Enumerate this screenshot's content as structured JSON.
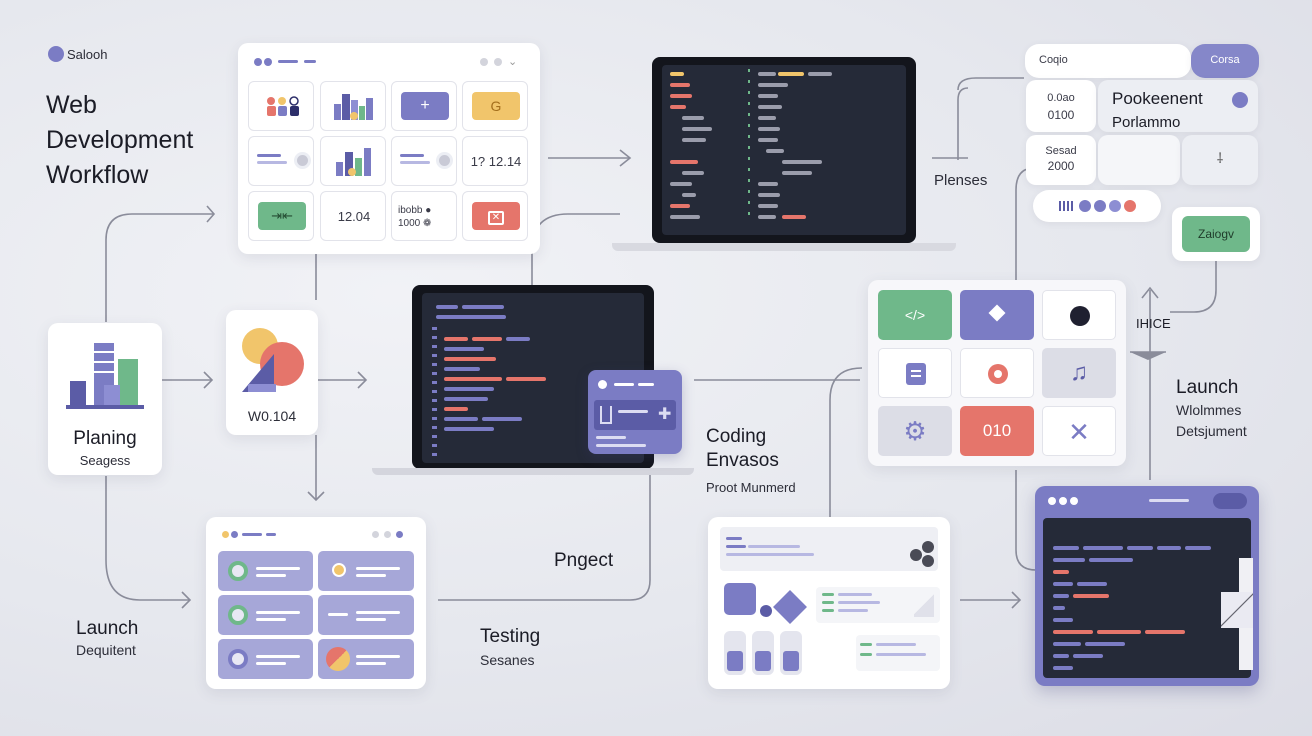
{
  "brand": {
    "name": "Salooh"
  },
  "title": {
    "line1": "Web",
    "line2": "Development",
    "line3": "Workflow"
  },
  "stages": {
    "planning": {
      "title": "Planing",
      "sub": "Seagess"
    },
    "launch_left": {
      "title": "Launch",
      "sub": "Dequitent"
    },
    "testing": {
      "title": "Testing",
      "sub": "Sesanes"
    },
    "pngect": {
      "title": "Pngect"
    },
    "coding": {
      "line1": "Coding",
      "line2": "Envasos",
      "sub": "Proot Munmerd"
    },
    "plenses": {
      "title": "Plenses"
    },
    "launch_right": {
      "title": "Launch",
      "line2": "Wlolmmes",
      "sub": "Detsjument"
    },
    "ihice": {
      "title": "IHICE"
    }
  },
  "cards": {
    "top_grid": {
      "cell_b3": "1? 12.14",
      "cell_c2": "12.04",
      "cell_c3_top": "ibobb ●",
      "cell_c3_bottom": "1000 ❁"
    },
    "mini": {
      "label": "W0.104"
    },
    "right_panel": {
      "copio": "Coqio",
      "corsa": "Corsa",
      "stat1_top": "0.0ao",
      "stat1_bottom": "0100",
      "pookeenent": "Pookeenent",
      "porlammo": "Porlammo",
      "stat2_top": "Sesad",
      "stat2_bottom": "2000",
      "zaiogv": "Zaiogv"
    },
    "icon_grid": {
      "cell_010": "010"
    }
  },
  "colors": {
    "purple": "#7b7cc4",
    "green": "#6fb88a",
    "coral": "#e5756b",
    "yellow": "#f1c56b",
    "dark_screen": "#252a38"
  },
  "icons": [
    "people-icon",
    "building-icon",
    "plus-icon",
    "target-icon",
    "search-icon",
    "clock-icon",
    "close-icon",
    "code-icon",
    "diamond-icon",
    "dark-circle-icon",
    "document-icon",
    "record-icon",
    "music-note-icon",
    "settings-icon",
    "x-icon"
  ]
}
